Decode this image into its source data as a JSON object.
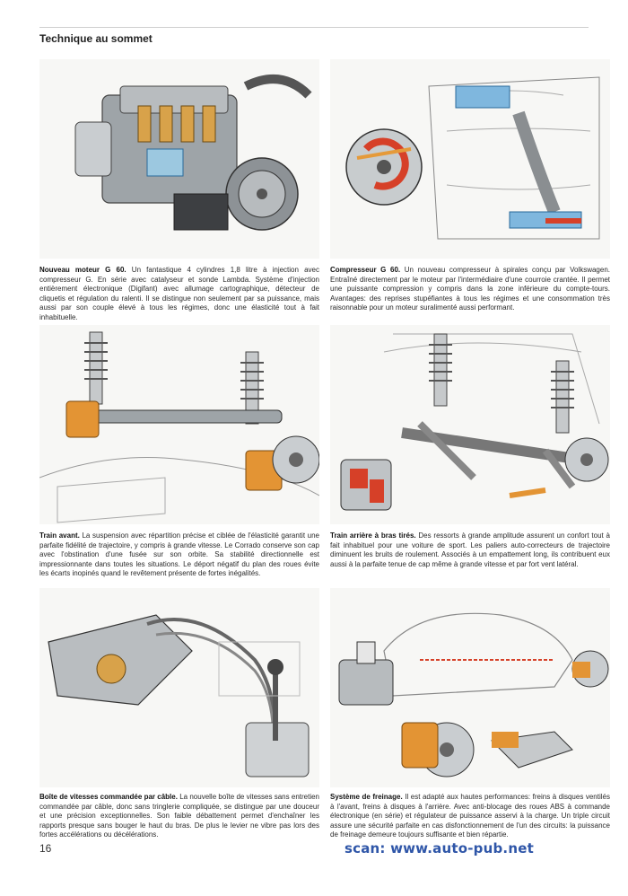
{
  "header": {
    "title": "Technique au sommet"
  },
  "panels": [
    {
      "heading": "Nouveau moteur G 60.",
      "text": "Un fantastique 4 cylindres 1,8 litre à injection avec compresseur G. En série avec catalyseur et sonde Lambda. Système d'injection entièrement électronique (Digifant) avec allumage cartographique, détecteur de cliquetis et régulation du ralenti. Il se distingue non seulement par sa puissance, mais aussi par son couple élevé à tous les régimes, donc une élasticité tout à fait inhabituelle."
    },
    {
      "heading": "Compresseur G 60.",
      "text": "Un nouveau compresseur à spirales conçu par Volkswagen. Entraîné directement par le moteur par l'intermédiaire d'une courroie crantée. Il permet une puissante compression y compris dans la zone inférieure du compte-tours. Avantages: des reprises stupéfiantes à tous les régimes et une consommation très raisonnable pour un moteur suralimenté aussi performant."
    },
    {
      "heading": "Train avant.",
      "text": "La suspension avec répartition précise et ciblée de l'élasticité garantit une parfaite fidélité de trajectoire, y compris à grande vitesse. Le Corrado conserve son cap avec l'obstination d'une fusée sur son orbite. Sa stabilité directionnelle est impressionnante dans toutes les situations. Le déport négatif du plan des roues évite les écarts inopinés quand le revêtement présente de fortes inégalités."
    },
    {
      "heading": "Train arrière à bras tirés.",
      "text": "Des ressorts à grande amplitude assurent un confort tout à fait inhabituel pour une voiture de sport. Les paliers auto-correcteurs de trajectoire diminuent les bruits de roulement. Associés à un empattement long, ils contribuent eux aussi à la parfaite tenue de cap même à grande vitesse et par fort vent latéral."
    },
    {
      "heading": "Boîte de vitesses commandée par câble.",
      "text": "La nouvelle boîte de vitesses sans entretien commandée par câble, donc sans tringlerie compliquée, se distingue par une douceur et une précision exceptionnelles. Son faible débattement permet d'enchaîner les rapports presque sans bouger le haut du bras. De plus le levier ne vibre pas lors des fortes accélérations ou décélérations."
    },
    {
      "heading": "Système de freinage.",
      "text": "Il est adapté aux hautes performances: freins à disques ventilés à l'avant, freins à disques à l'arrière. Avec anti-blocage des roues ABS à commande électronique (en série) et régulateur de puissance asservi à la charge. Un triple circuit assure une sécurité parfaite en cas disfonctionnement de l'un des circuits: la puissance de freinage demeure toujours suffisante et bien répartie."
    }
  ],
  "footer": {
    "page_number": "16",
    "scan_label": "scan:",
    "scan_site": "www.auto-pub.net"
  }
}
